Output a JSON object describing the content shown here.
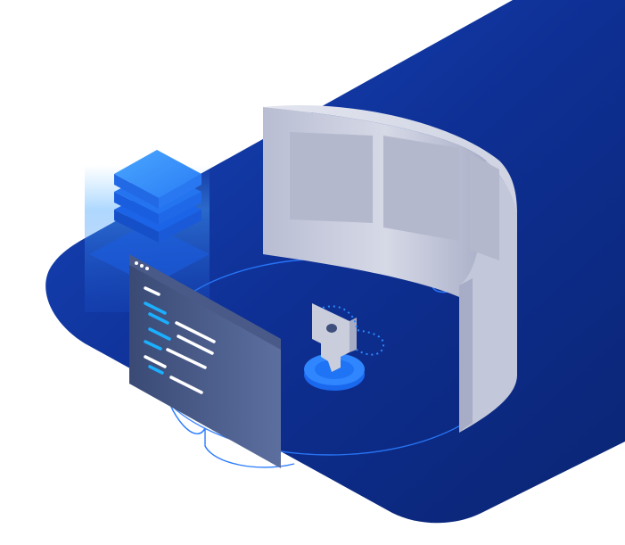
{
  "illustration": {
    "platform": "rounded-isometric-platform",
    "elements": [
      "database-stack-icon",
      "code-editor-window",
      "curved-display-panel",
      "key-icon"
    ]
  },
  "colors": {
    "background": "#ffffff",
    "platform_dark": "#0b2a82",
    "platform_light": "#1640b8",
    "circuit_line": "#2a7bff",
    "database_top": "#2f8cff",
    "database_side": "#1a5fe0",
    "editor_body": "#3f4f7a",
    "editor_highlight": "#52659a",
    "code_blue": "#1ab0ff",
    "code_white": "#ffffff",
    "panel_outer": "#c9cde0",
    "panel_inner": "#b1b6cc",
    "key_body": "#c3c8d8",
    "key_base": "#1e7cff"
  }
}
